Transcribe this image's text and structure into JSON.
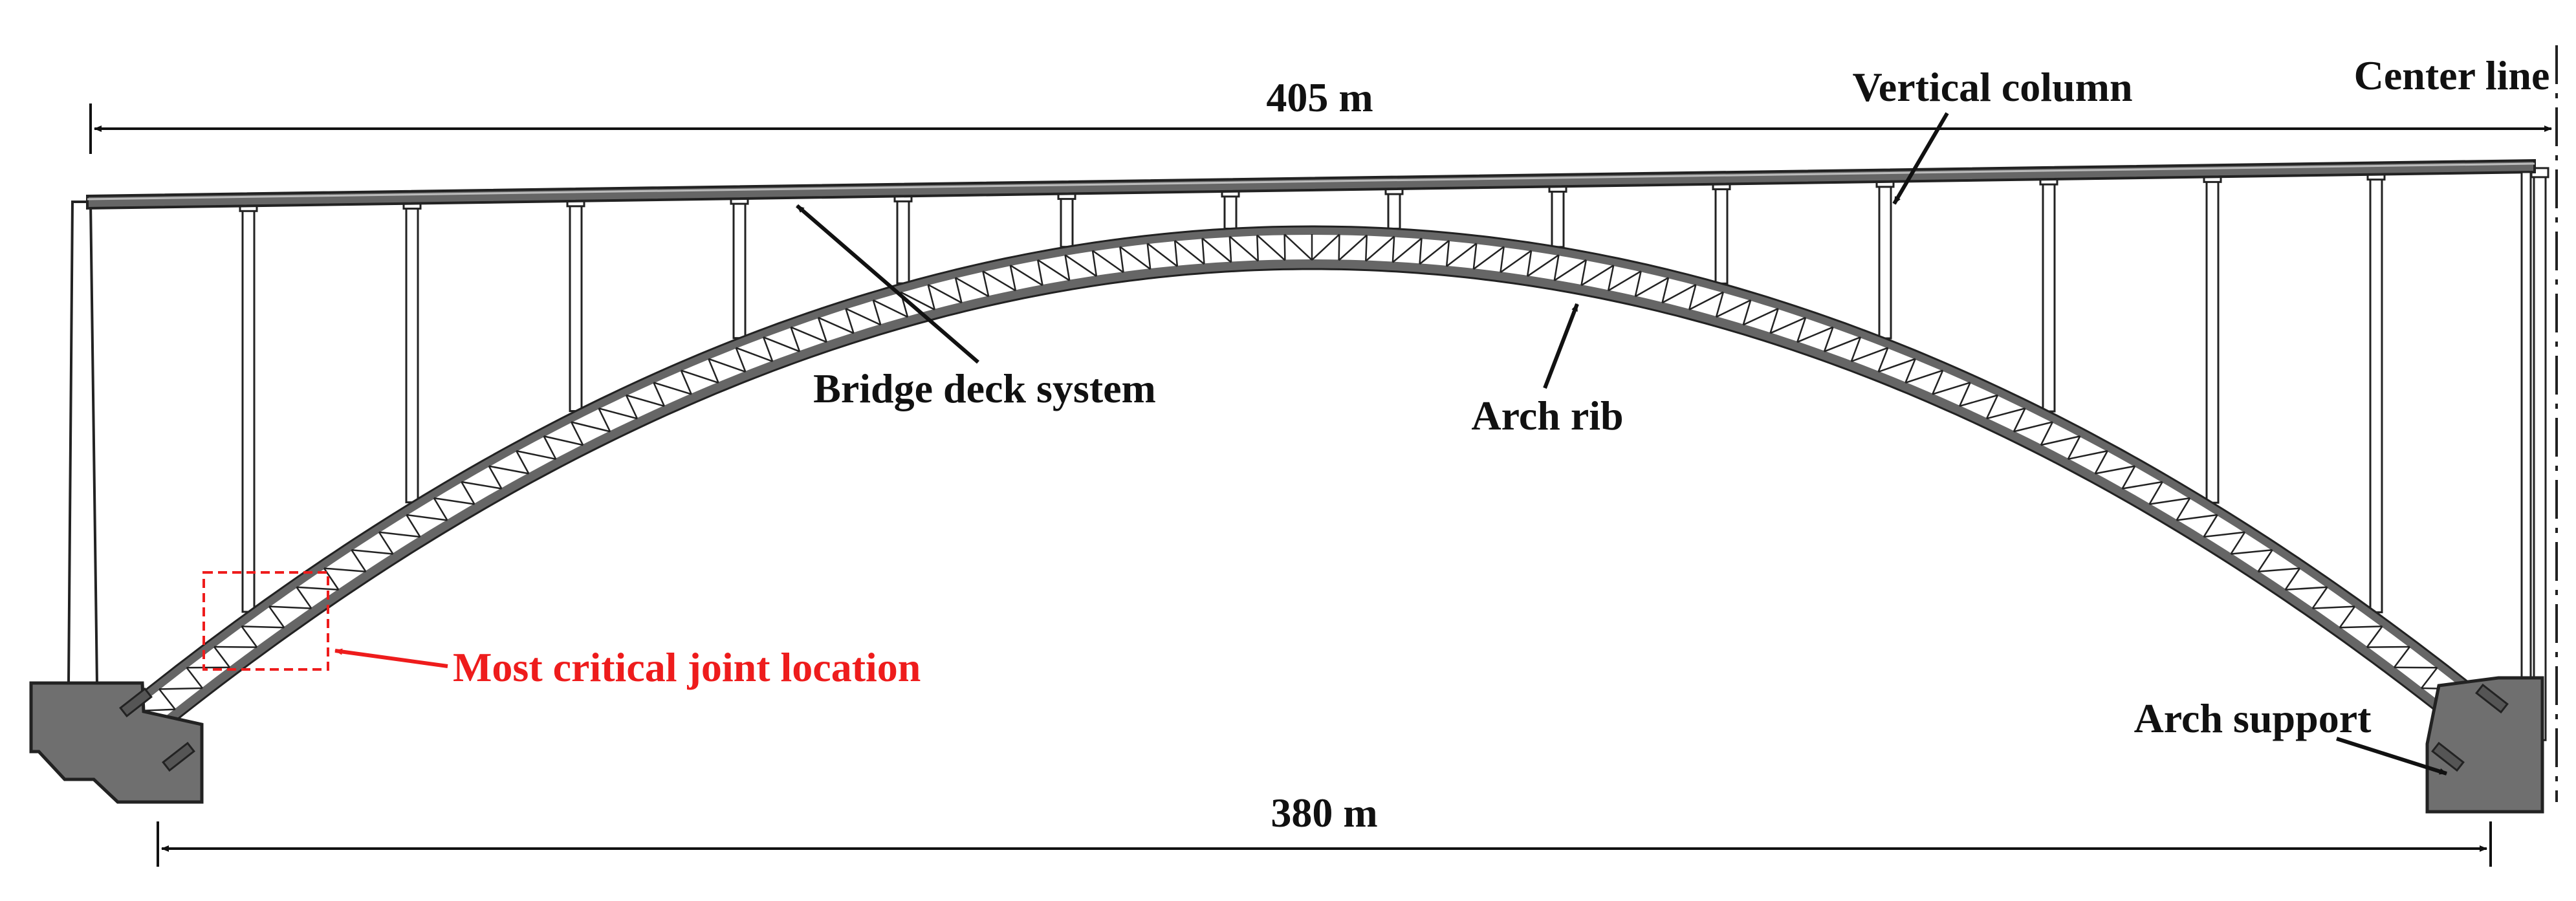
{
  "labels": {
    "deck_length": "405 m",
    "span_length": "380 m",
    "vertical_column": "Vertical column",
    "center_line": "Center line",
    "bridge_deck_system": "Bridge deck system",
    "arch_rib": "Arch rib",
    "most_critical_joint": "Most critical joint location",
    "arch_support": "Arch support"
  },
  "colors": {
    "line": "#222222",
    "support_fill": "#6f6f6f",
    "critical": "#ee1c1c"
  },
  "structure": {
    "column_count": 15,
    "truss_panels": 86
  }
}
